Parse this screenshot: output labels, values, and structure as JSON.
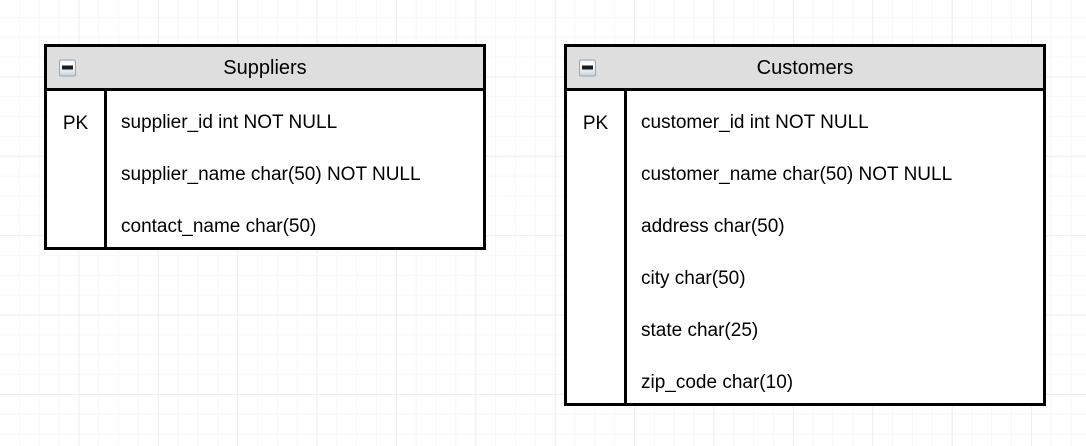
{
  "canvas": {
    "background": "#ffffff",
    "grid_minor_color": "#f7f7f7",
    "grid_major_color": "#ededed"
  },
  "diagram": {
    "type": "er-diagram",
    "header_background": "#dedede",
    "border_color": "#000000",
    "entities": [
      {
        "id": "suppliers",
        "title": "Suppliers",
        "collapse_icon": "minus-square-icon",
        "pk_label": "PK",
        "attributes": [
          "supplier_id int NOT NULL",
          "supplier_name char(50) NOT NULL",
          "contact_name char(50)"
        ]
      },
      {
        "id": "customers",
        "title": "Customers",
        "collapse_icon": "minus-square-icon",
        "pk_label": "PK",
        "attributes": [
          "customer_id int NOT NULL",
          "customer_name char(50) NOT NULL",
          "address char(50)",
          "city char(50)",
          "state char(25)",
          "zip_code char(10)"
        ]
      }
    ]
  }
}
